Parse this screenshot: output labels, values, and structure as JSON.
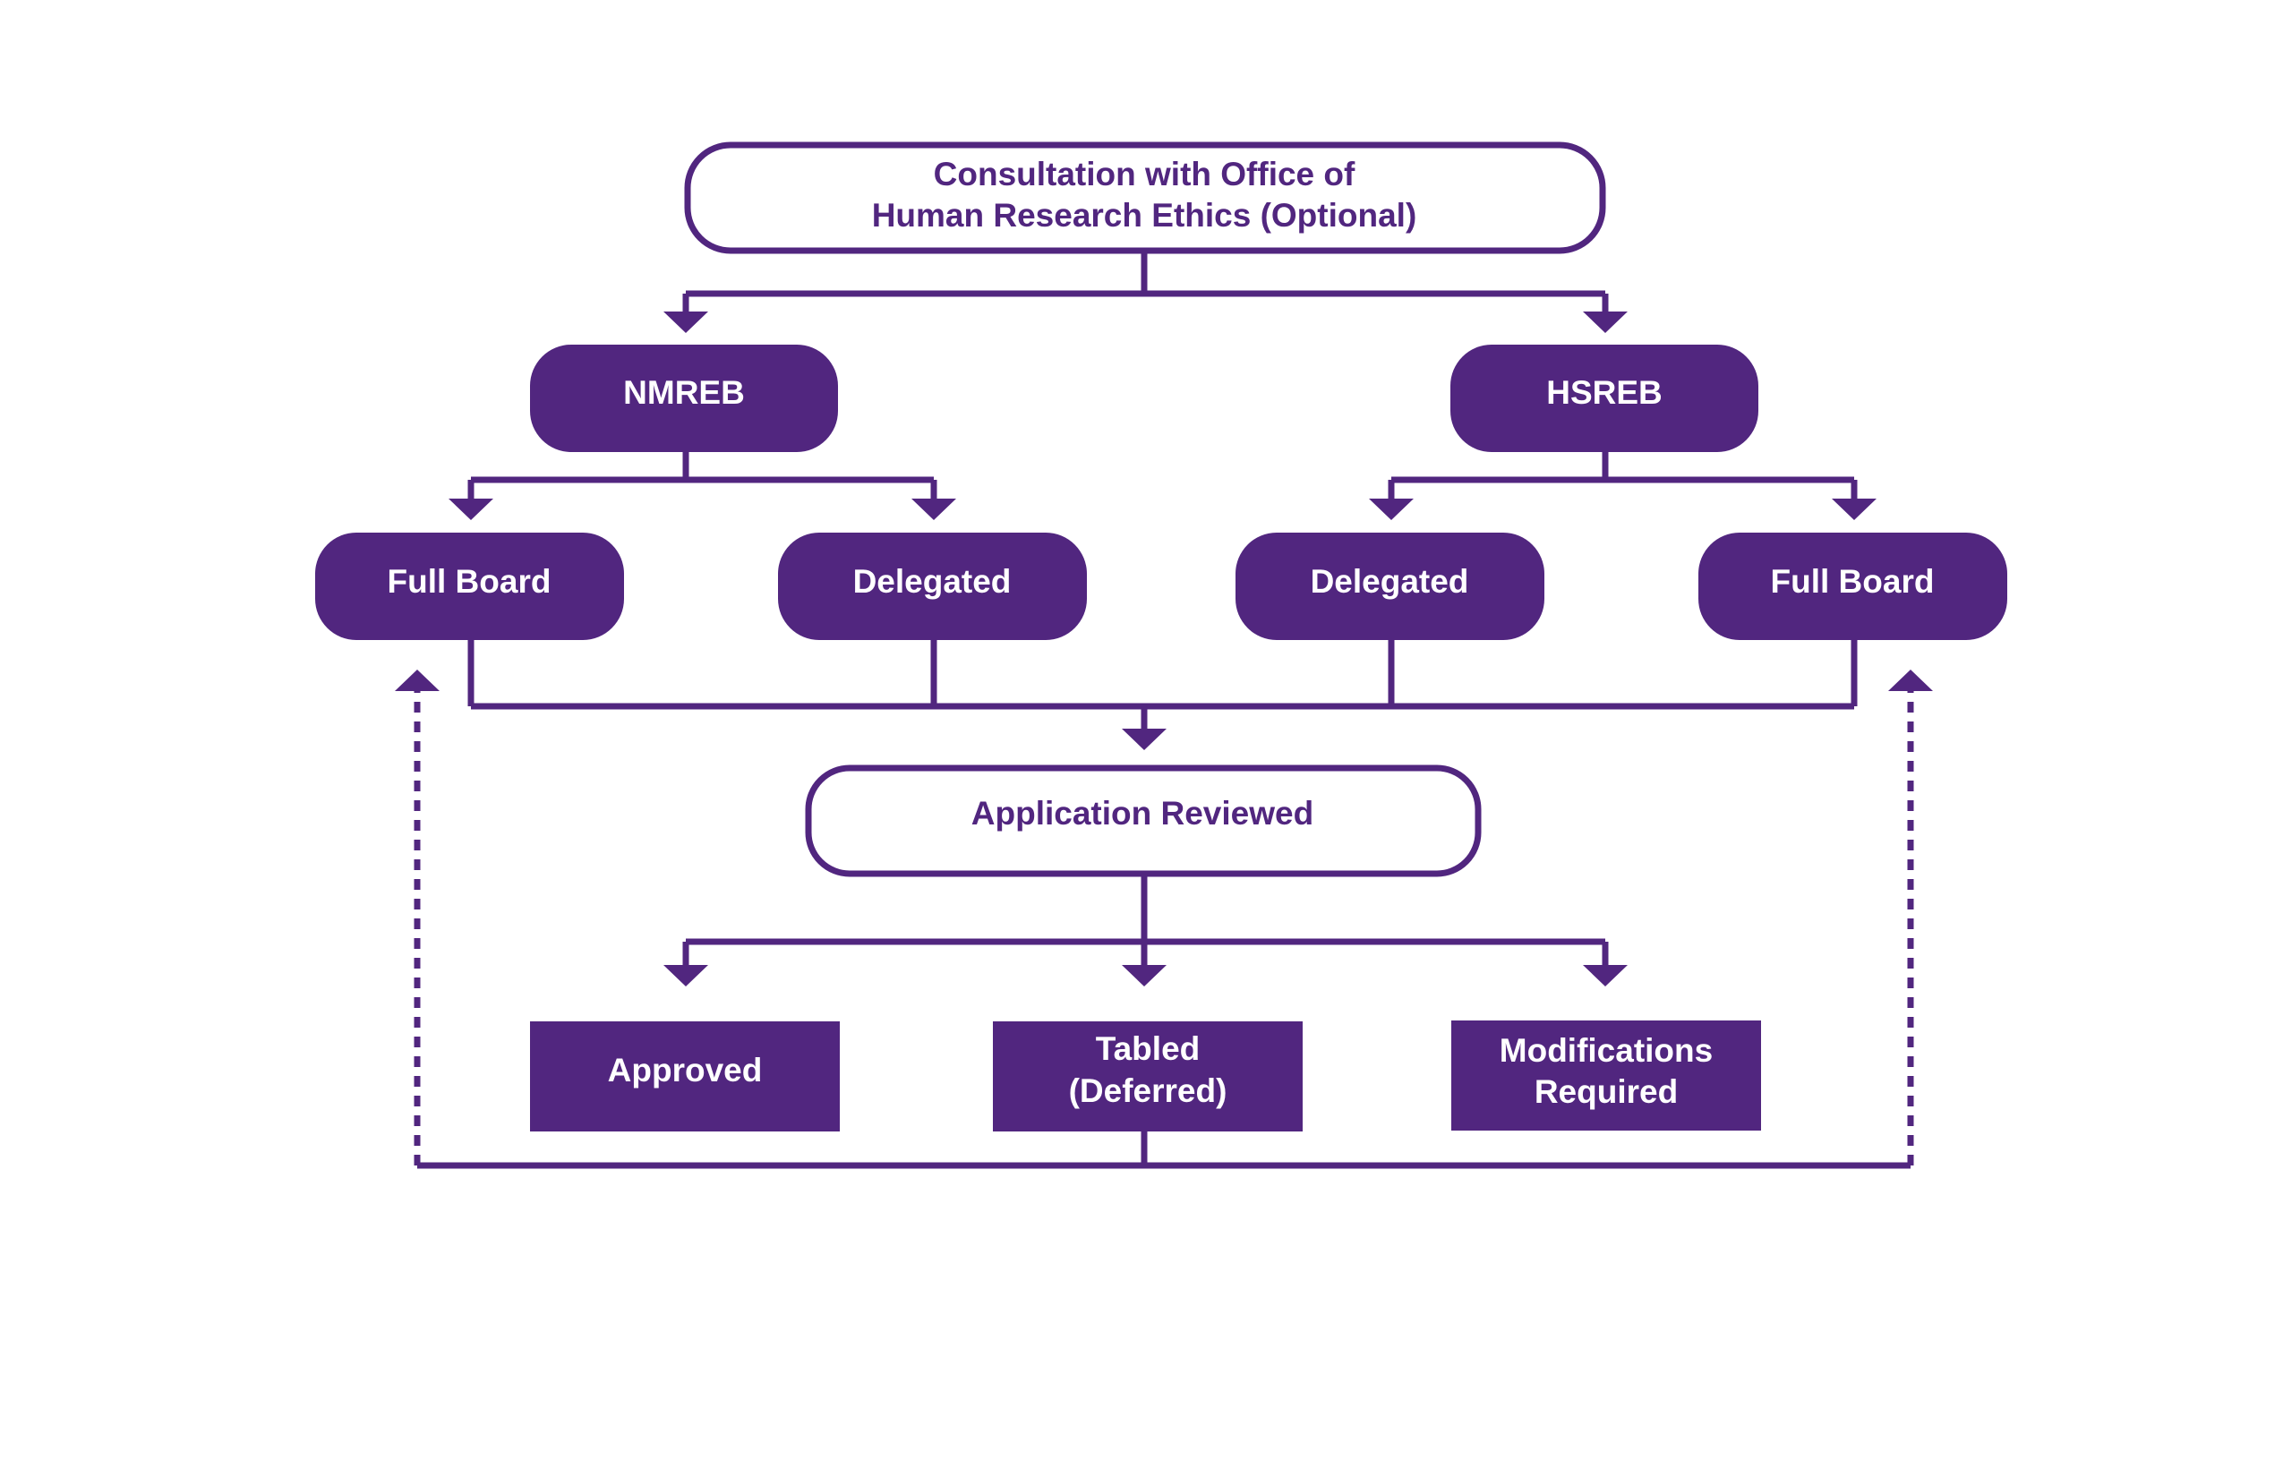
{
  "colors": {
    "primary": "#51267f",
    "background": "#ffffff"
  },
  "nodes": {
    "consultation": {
      "line1": "Consultation with Office of",
      "line2": "Human Research Ethics (Optional)"
    },
    "nmreb": "NMREB",
    "hsreb": "HSREB",
    "nmreb_full_board": "Full Board",
    "nmreb_delegated": "Delegated",
    "hsreb_delegated": "Delegated",
    "hsreb_full_board": "Full Board",
    "application_reviewed": "Application Reviewed",
    "approved": "Approved",
    "tabled": {
      "line1": "Tabled",
      "line2": "(Deferred)"
    },
    "modifications": {
      "line1": "Modifications",
      "line2": "Required"
    }
  }
}
